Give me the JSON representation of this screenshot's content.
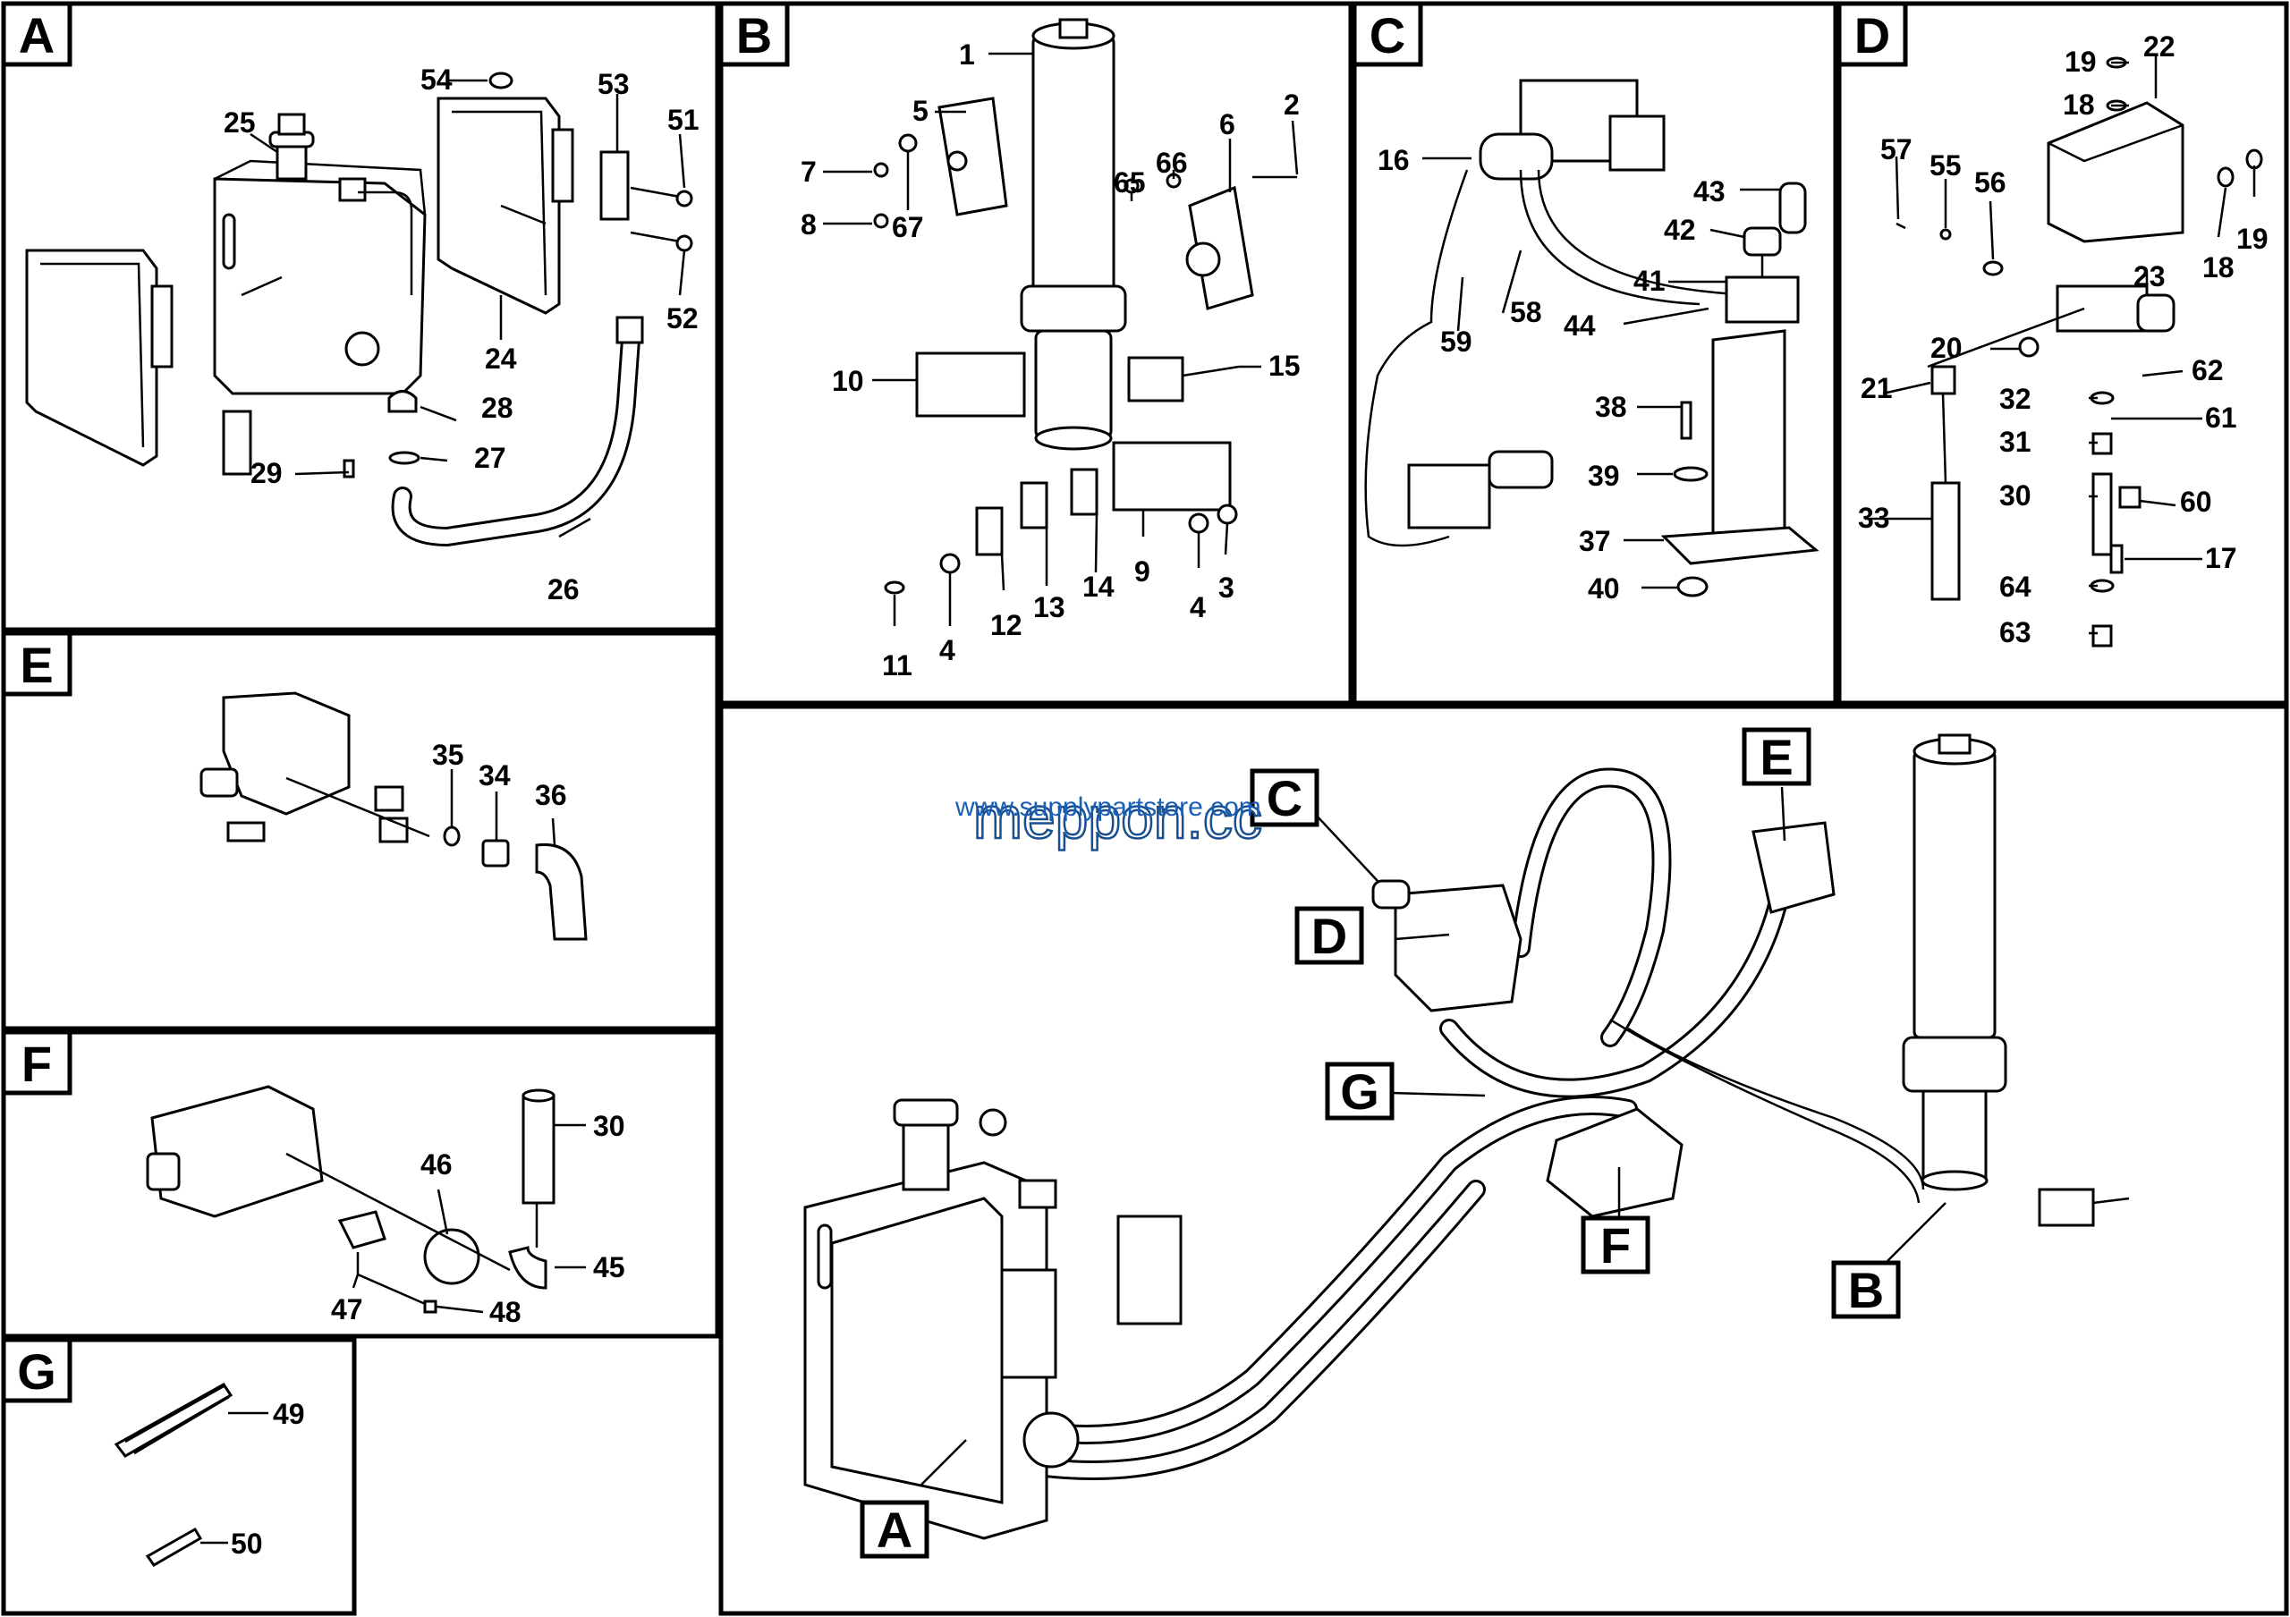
{
  "panels": [
    {
      "letter": "A",
      "numbers": [
        "54",
        "53",
        "51",
        "25",
        "24",
        "52",
        "28",
        "27",
        "29",
        "26"
      ]
    },
    {
      "letter": "B",
      "numbers": [
        "1",
        "5",
        "6",
        "2",
        "7",
        "66",
        "65",
        "8",
        "67",
        "10",
        "15",
        "9",
        "12",
        "13",
        "14",
        "4",
        "3",
        "11",
        "4"
      ]
    },
    {
      "letter": "C",
      "numbers": [
        "16",
        "43",
        "42",
        "41",
        "44",
        "58",
        "59",
        "38",
        "39",
        "37",
        "40"
      ]
    },
    {
      "letter": "D",
      "numbers": [
        "19",
        "22",
        "18",
        "57",
        "55",
        "56",
        "19",
        "18",
        "23",
        "20",
        "62",
        "21",
        "32",
        "61",
        "31",
        "33",
        "30",
        "60",
        "17",
        "64",
        "63"
      ]
    },
    {
      "letter": "E",
      "numbers": [
        "35",
        "34",
        "36"
      ]
    },
    {
      "letter": "F",
      "numbers": [
        "30",
        "46",
        "45",
        "47",
        "48"
      ]
    },
    {
      "letter": "G",
      "numbers": [
        "49",
        "50"
      ]
    }
  ],
  "overview": {
    "callouts": [
      "C",
      "D",
      "E",
      "G",
      "F",
      "B",
      "A"
    ]
  },
  "watermark": {
    "brand": "meppon.cc",
    "site": "www.supplypartstore.com"
  },
  "colors": {
    "line": "#000000",
    "watermark": "#1a5fb4",
    "background": "#ffffff"
  }
}
